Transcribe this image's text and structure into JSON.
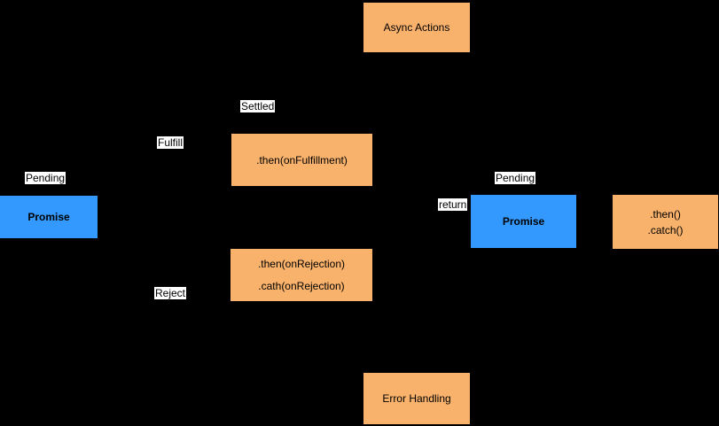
{
  "diagram": {
    "colors": {
      "background": "#000000",
      "process_fill": "#F9B26B",
      "promise_fill": "#3399FF",
      "label_background": "#FFFFFF",
      "text": "#000000"
    },
    "nodes": {
      "async_actions": {
        "label": "Async Actions"
      },
      "then_fulfillment": {
        "label": ".then(onFulfillment)"
      },
      "promise_left": {
        "label": "Promise"
      },
      "promise_right": {
        "label": "Promise"
      },
      "then_catch": {
        "line1": ".then()",
        "line2": ".catch()"
      },
      "then_rejection": {
        "line1": ".then(onRejection)",
        "line2": ".cath(onRejection)"
      },
      "error_handling": {
        "label": "Error Handling"
      }
    },
    "edge_labels": {
      "settled": "Settled",
      "fulfill": "Fulfill",
      "pending_left": "Pending",
      "return": "return",
      "pending_right": "Pending",
      "reject": "Reject"
    }
  }
}
